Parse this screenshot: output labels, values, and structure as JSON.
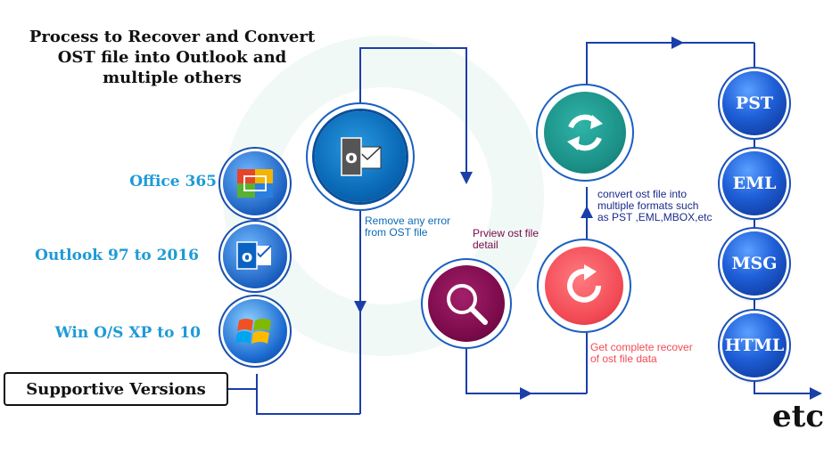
{
  "title": {
    "line1": "Process to Recover and Convert",
    "line2": "OST file into Outlook and",
    "line3": "multiple others"
  },
  "platforms": [
    {
      "label": "Office 365",
      "icon": "office-365-icon"
    },
    {
      "label": "Outlook 97 to 2016",
      "icon": "outlook-icon"
    },
    {
      "label": "Win O/S XP to 10",
      "icon": "windows-icon"
    }
  ],
  "supportive_versions": "Supportive Versions",
  "steps": [
    {
      "icon": "outlook-ost-icon",
      "note": [
        "Remove any error",
        "from OST file"
      ],
      "color": "#0a6ab8"
    },
    {
      "icon": "magnifier-icon",
      "note": [
        "Prview ost file",
        "detail"
      ],
      "color": "#7a0a4a"
    },
    {
      "icon": "recover-icon",
      "note": [
        "Get complete recover",
        "of ost file data"
      ],
      "color": "#f24a55"
    },
    {
      "icon": "convert-icon",
      "note": [
        "convert ost file into",
        "multiple formats such",
        "as PST ,EML,MBOX,etc"
      ],
      "color": "#1b8f86"
    }
  ],
  "formats": [
    "PST",
    "EML",
    "MSG",
    "HTML"
  ],
  "etc": "etc",
  "colors": {
    "wire": "#1a3fa8",
    "accent_blue": "#1e9ad6"
  }
}
